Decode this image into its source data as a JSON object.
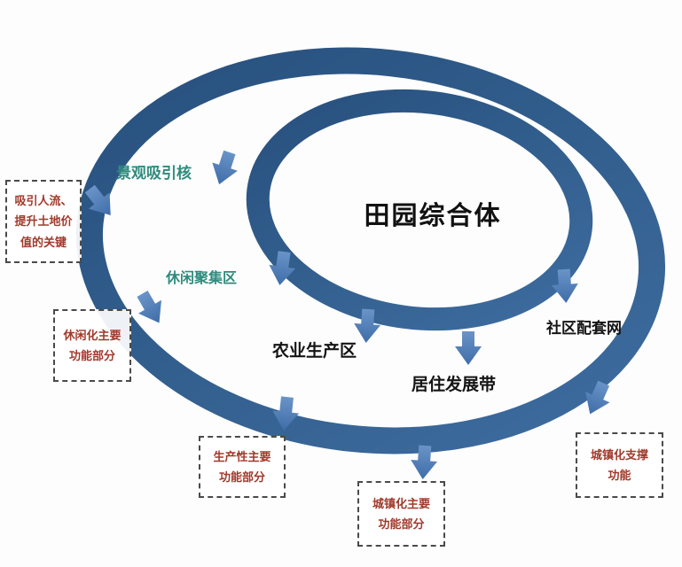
{
  "diagram": {
    "center_title": "田园综合体",
    "ring_labels": {
      "landscape_core": "景观吸引核",
      "leisure_zone": "休闲聚集区",
      "agriculture_zone": "农业生产区",
      "residence_belt": "居住发展带",
      "community_network": "社区配套网"
    },
    "note_boxes": {
      "attract_flow": "吸引人流、\n提升土地价\n值的关键",
      "leisure_function": "休闲化主要\n功能部分",
      "production_function": "生产性主要\n功能部分",
      "urbanization_function": "城镇化主要\n功能部分",
      "urbanization_support": "城镇化支撑\n功能"
    },
    "colors": {
      "ring": "#2d5c8c",
      "arrow": "#4d7fbd",
      "teal_label": "#2e8b7d",
      "black_label": "#141414",
      "box_text": "#a03a2c"
    }
  }
}
